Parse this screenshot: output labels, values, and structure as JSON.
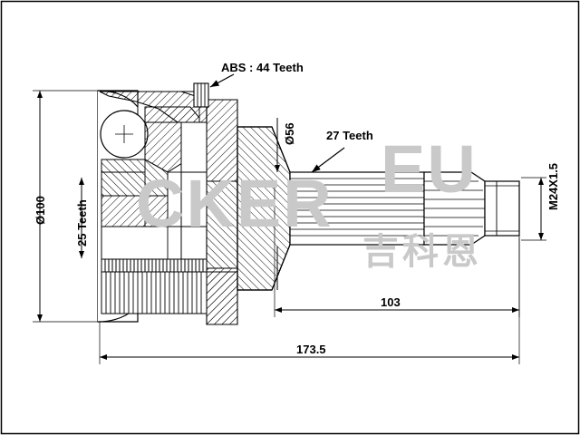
{
  "diagram": {
    "title": "CV joint technical drawing",
    "labels": {
      "abs_teeth": "ABS : 44 Teeth",
      "diameter_56": "Ø56",
      "teeth_27": "27 Teeth",
      "thread": "M24X1.5",
      "diameter_100": "Ø100",
      "teeth_25": "25 Teeth",
      "length_103": "103",
      "length_1735": "173.5"
    },
    "watermark": {
      "main": "CKER",
      "sub": "EU",
      "cn": "吉科恩"
    },
    "colors": {
      "line": "#000000",
      "fill": "#ffffff",
      "hatch": "#000000",
      "watermark": "#c9c9c9"
    }
  }
}
